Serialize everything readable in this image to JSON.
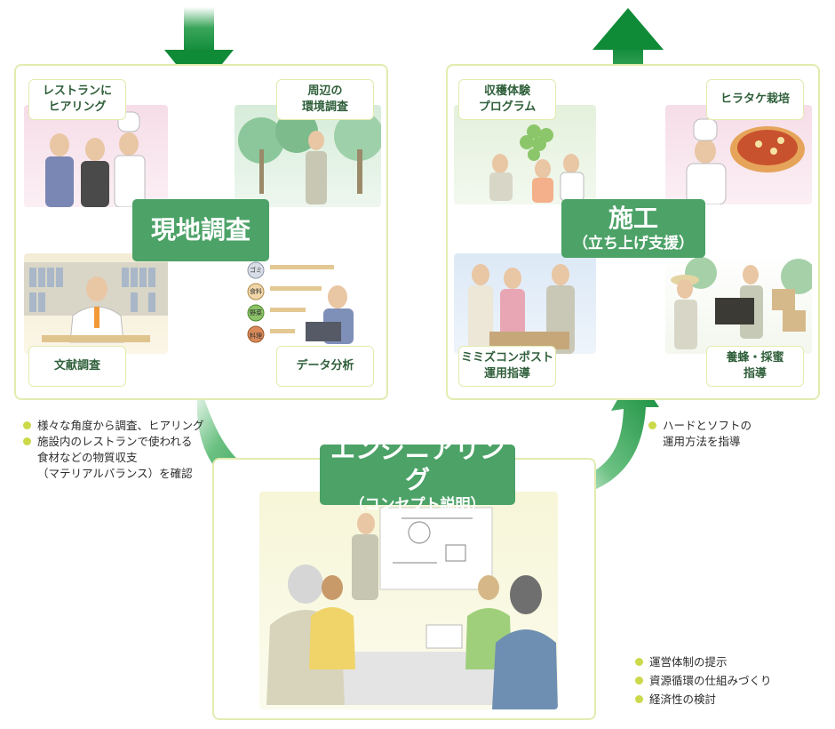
{
  "survey": {
    "title": "現地調査",
    "tiles": {
      "restaurant": "レストランに\nヒアリング",
      "environment": "周辺の\n環境調査",
      "literature": "文献調査",
      "data": "データ分析"
    },
    "bullets": [
      "様々な角度から調査、ヒアリング",
      "施設内のレストランで使われる\n食材などの物質収支\n（マテリアルバランス）を確認"
    ],
    "chart_icons": [
      "ゴミ",
      "食料",
      "野菜",
      "料理"
    ]
  },
  "construction": {
    "title": "施工",
    "subtitle": "（立ち上げ支援）",
    "tiles": {
      "harvest": "収穫体験\nプログラム",
      "mushroom": "ヒラタケ栽培",
      "compost": "ミミズコンポスト\n運用指導",
      "bees": "養蜂・採蜜\n指導"
    },
    "bullets": [
      "ハードとソフトの\n運用方法を指導"
    ]
  },
  "engineering": {
    "title": "エンジニアリング",
    "subtitle": "（コンセプト説明）",
    "bullets": [
      "運営体制の提示",
      "資源循環の仕組みづくり",
      "経済性の検討"
    ]
  },
  "colors": {
    "accent": "#4ca267",
    "panel_border": "#e3ebb0",
    "bullet": "#cbd94a",
    "arrow_dark": "#138a3a"
  }
}
